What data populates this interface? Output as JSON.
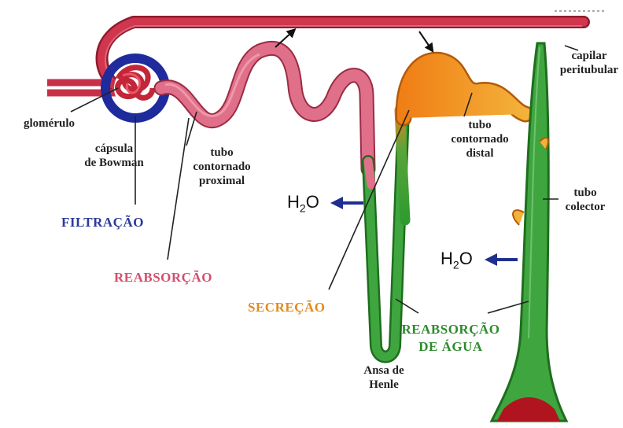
{
  "labels": {
    "glomerulo": "glomérulo",
    "capsula_line1": "cápsula",
    "capsula_line2": "de Bowman",
    "tubo_prox_1": "tubo",
    "tubo_prox_2": "contornado",
    "tubo_prox_3": "proximal",
    "tubo_dist_1": "tubo",
    "tubo_dist_2": "contornado",
    "tubo_dist_3": "distal",
    "capilar_1": "capilar",
    "capilar_2": "peritubular",
    "colector_1": "tubo",
    "colector_2": "colector",
    "ansa_1": "Ansa de",
    "ansa_2": "Henle"
  },
  "processes": {
    "filtracao": "FILTRAÇÃO",
    "reabsorcao": "REABSORÇÃO",
    "secrecao": "SECREÇÃO",
    "reabs_agua_1": "REABSORÇÃO",
    "reabs_agua_2": "DE ÁGUA"
  },
  "water": {
    "prefix": "H",
    "sub": "2",
    "suffix": "O"
  },
  "colors": {
    "filtracao": "#2b3a9a",
    "reabsorcao": "#d24f6e",
    "secrecao": "#e58a1e",
    "reabs_agua": "#2e8b2e",
    "capillary": "#c8304a",
    "bowman": "#1f2a9c",
    "proximal": "#e0708a",
    "distal": "#f07f16",
    "henle": "#2f9b2f",
    "arrow": "#1f2f8f"
  }
}
